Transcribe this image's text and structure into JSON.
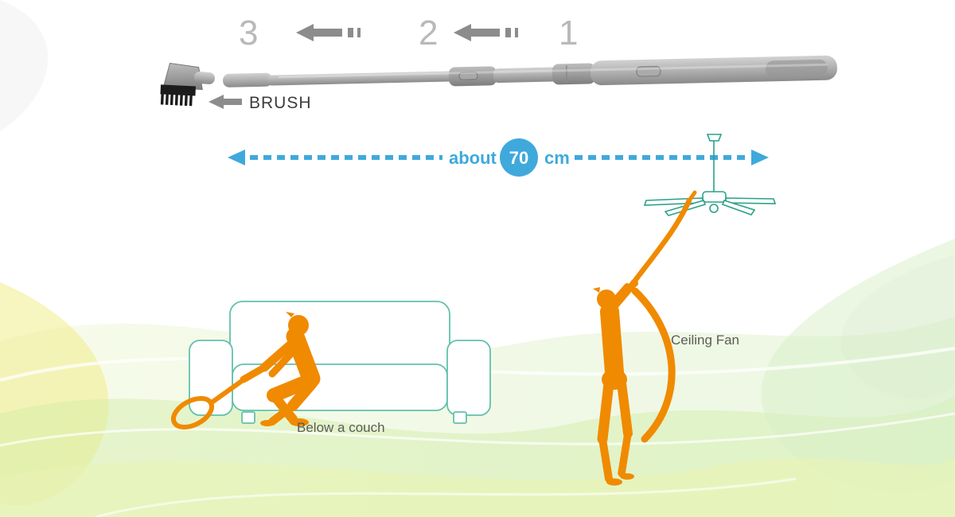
{
  "steps": [
    {
      "number": "3"
    },
    {
      "number": "2"
    },
    {
      "number": "1"
    }
  ],
  "brush_label": "BRUSH",
  "measurement": {
    "prefix": "about",
    "value": "70",
    "unit": "cm"
  },
  "labels": {
    "couch": "Below a couch",
    "fan": "Ceiling Fan"
  },
  "colors": {
    "orange": "#F08A00",
    "blue": "#3FA9DC",
    "teal": "#5FBFA9",
    "wand_gray": "#ADADAD",
    "number_gray": "#B9B9B9",
    "text_dark": "#3C3C3C"
  }
}
